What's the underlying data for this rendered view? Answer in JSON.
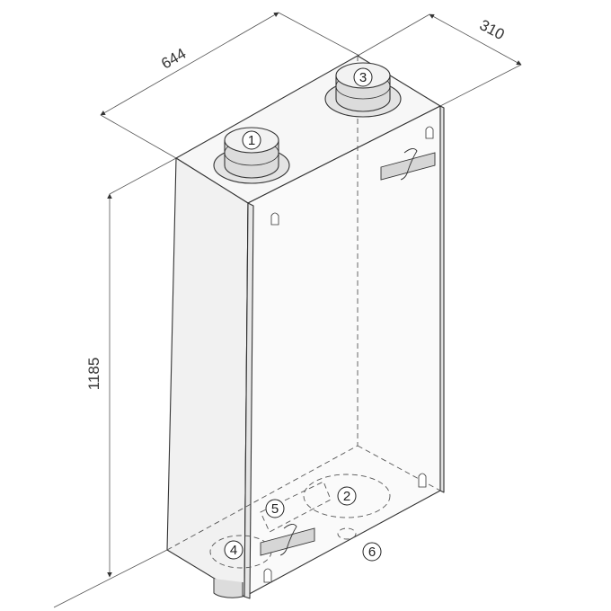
{
  "dimensions": {
    "width": "644",
    "depth": "310",
    "height": "1185"
  },
  "callouts": {
    "c1": "1",
    "c2": "2",
    "c3": "3",
    "c4": "4",
    "c5": "5",
    "c6": "6"
  },
  "colors": {
    "line": "#333333",
    "face_light": "#f4f4f4",
    "face_side": "#eaeaea",
    "duct_fill": "#dcdcdc",
    "bracket_fill": "#d6d6d6"
  }
}
